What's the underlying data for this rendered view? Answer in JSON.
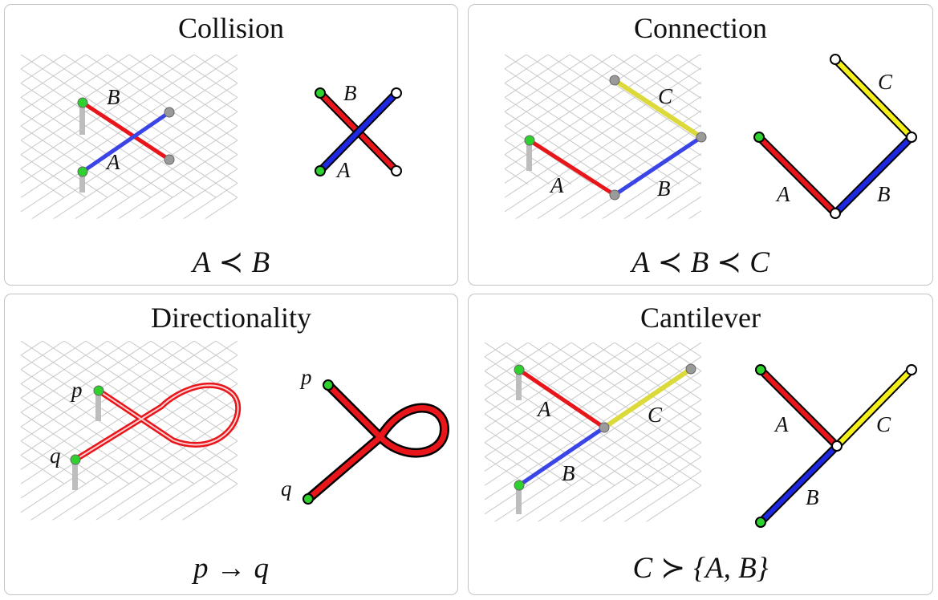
{
  "panels": [
    {
      "title": "Collision",
      "formula": {
        "a": "A",
        "rel": "≺",
        "b": "B"
      },
      "labels": [
        "B",
        "A",
        "B",
        "A"
      ]
    },
    {
      "title": "Connection",
      "formula": {
        "a": "A",
        "rel1": "≺",
        "b": "B",
        "rel2": "≺",
        "c": "C"
      },
      "labels": [
        "C",
        "A",
        "B",
        "C",
        "A",
        "B"
      ]
    },
    {
      "title": "Directionality",
      "formula": {
        "a": "p",
        "rel": "→",
        "b": "q"
      },
      "labels": [
        "p",
        "q",
        "p",
        "q"
      ]
    },
    {
      "title": "Cantilever",
      "formula": {
        "a": "C",
        "rel": "≻",
        "b": "{A, B}"
      },
      "labels": [
        "A",
        "C",
        "B",
        "A",
        "C",
        "B"
      ]
    }
  ],
  "colors": {
    "red": "#e8161b",
    "blue": "#1e28e0",
    "yellow": "#f5f01a",
    "green": "#2fd12f",
    "grid": "#c8c8c8",
    "border": "#c4c4c4"
  }
}
